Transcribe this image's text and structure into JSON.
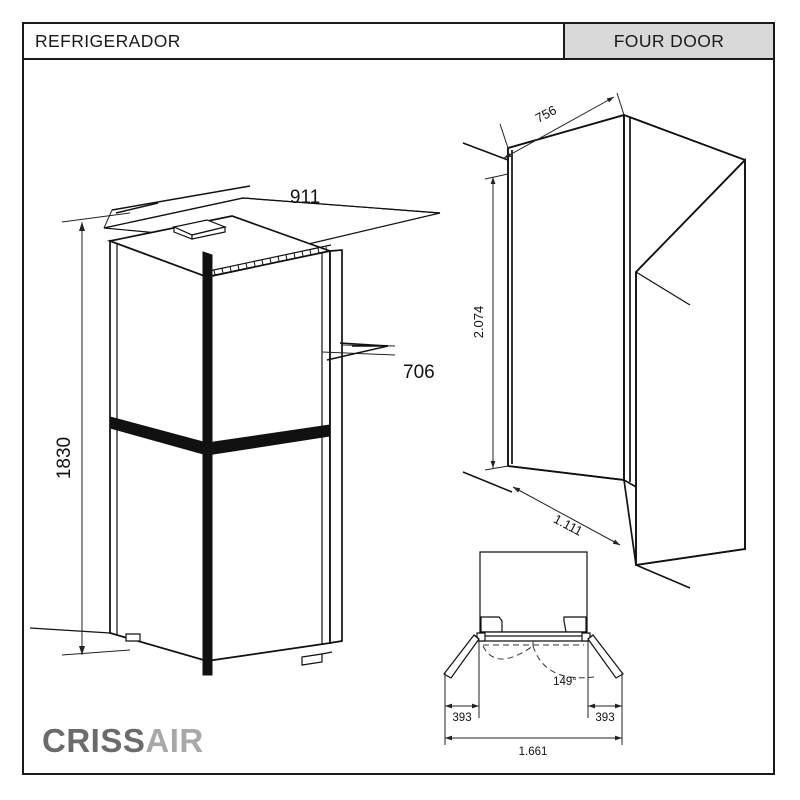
{
  "title_block": {
    "product_name": "REFRIGERADOR",
    "model_type": "FOUR DOOR",
    "header_fill": "#d9d9d9",
    "border_color": "#1a1a1a"
  },
  "brand": {
    "name_part_1": "CRISS",
    "name_part_2": "AIR",
    "color_part_1": "#6b6b6b",
    "color_part_2": "#a8a8a8"
  },
  "views": {
    "product_isometric": {
      "name": "refrigerator-isometric-view",
      "dimensions": {
        "height": "1830",
        "width": "911",
        "depth": "706"
      }
    },
    "niche_isometric": {
      "name": "installation-niche-view",
      "dimensions": {
        "depth": "756",
        "height": "2.074",
        "width": "1.111"
      }
    },
    "door_swing_plan": {
      "name": "door-swing-top-view",
      "dimensions": {
        "door_left": "393",
        "door_right": "393",
        "total_width": "1.661",
        "swing_angle": "149°"
      }
    }
  },
  "drawing_style": {
    "line_color": "#111111",
    "dim_color": "#222222",
    "background": "#ffffff"
  }
}
